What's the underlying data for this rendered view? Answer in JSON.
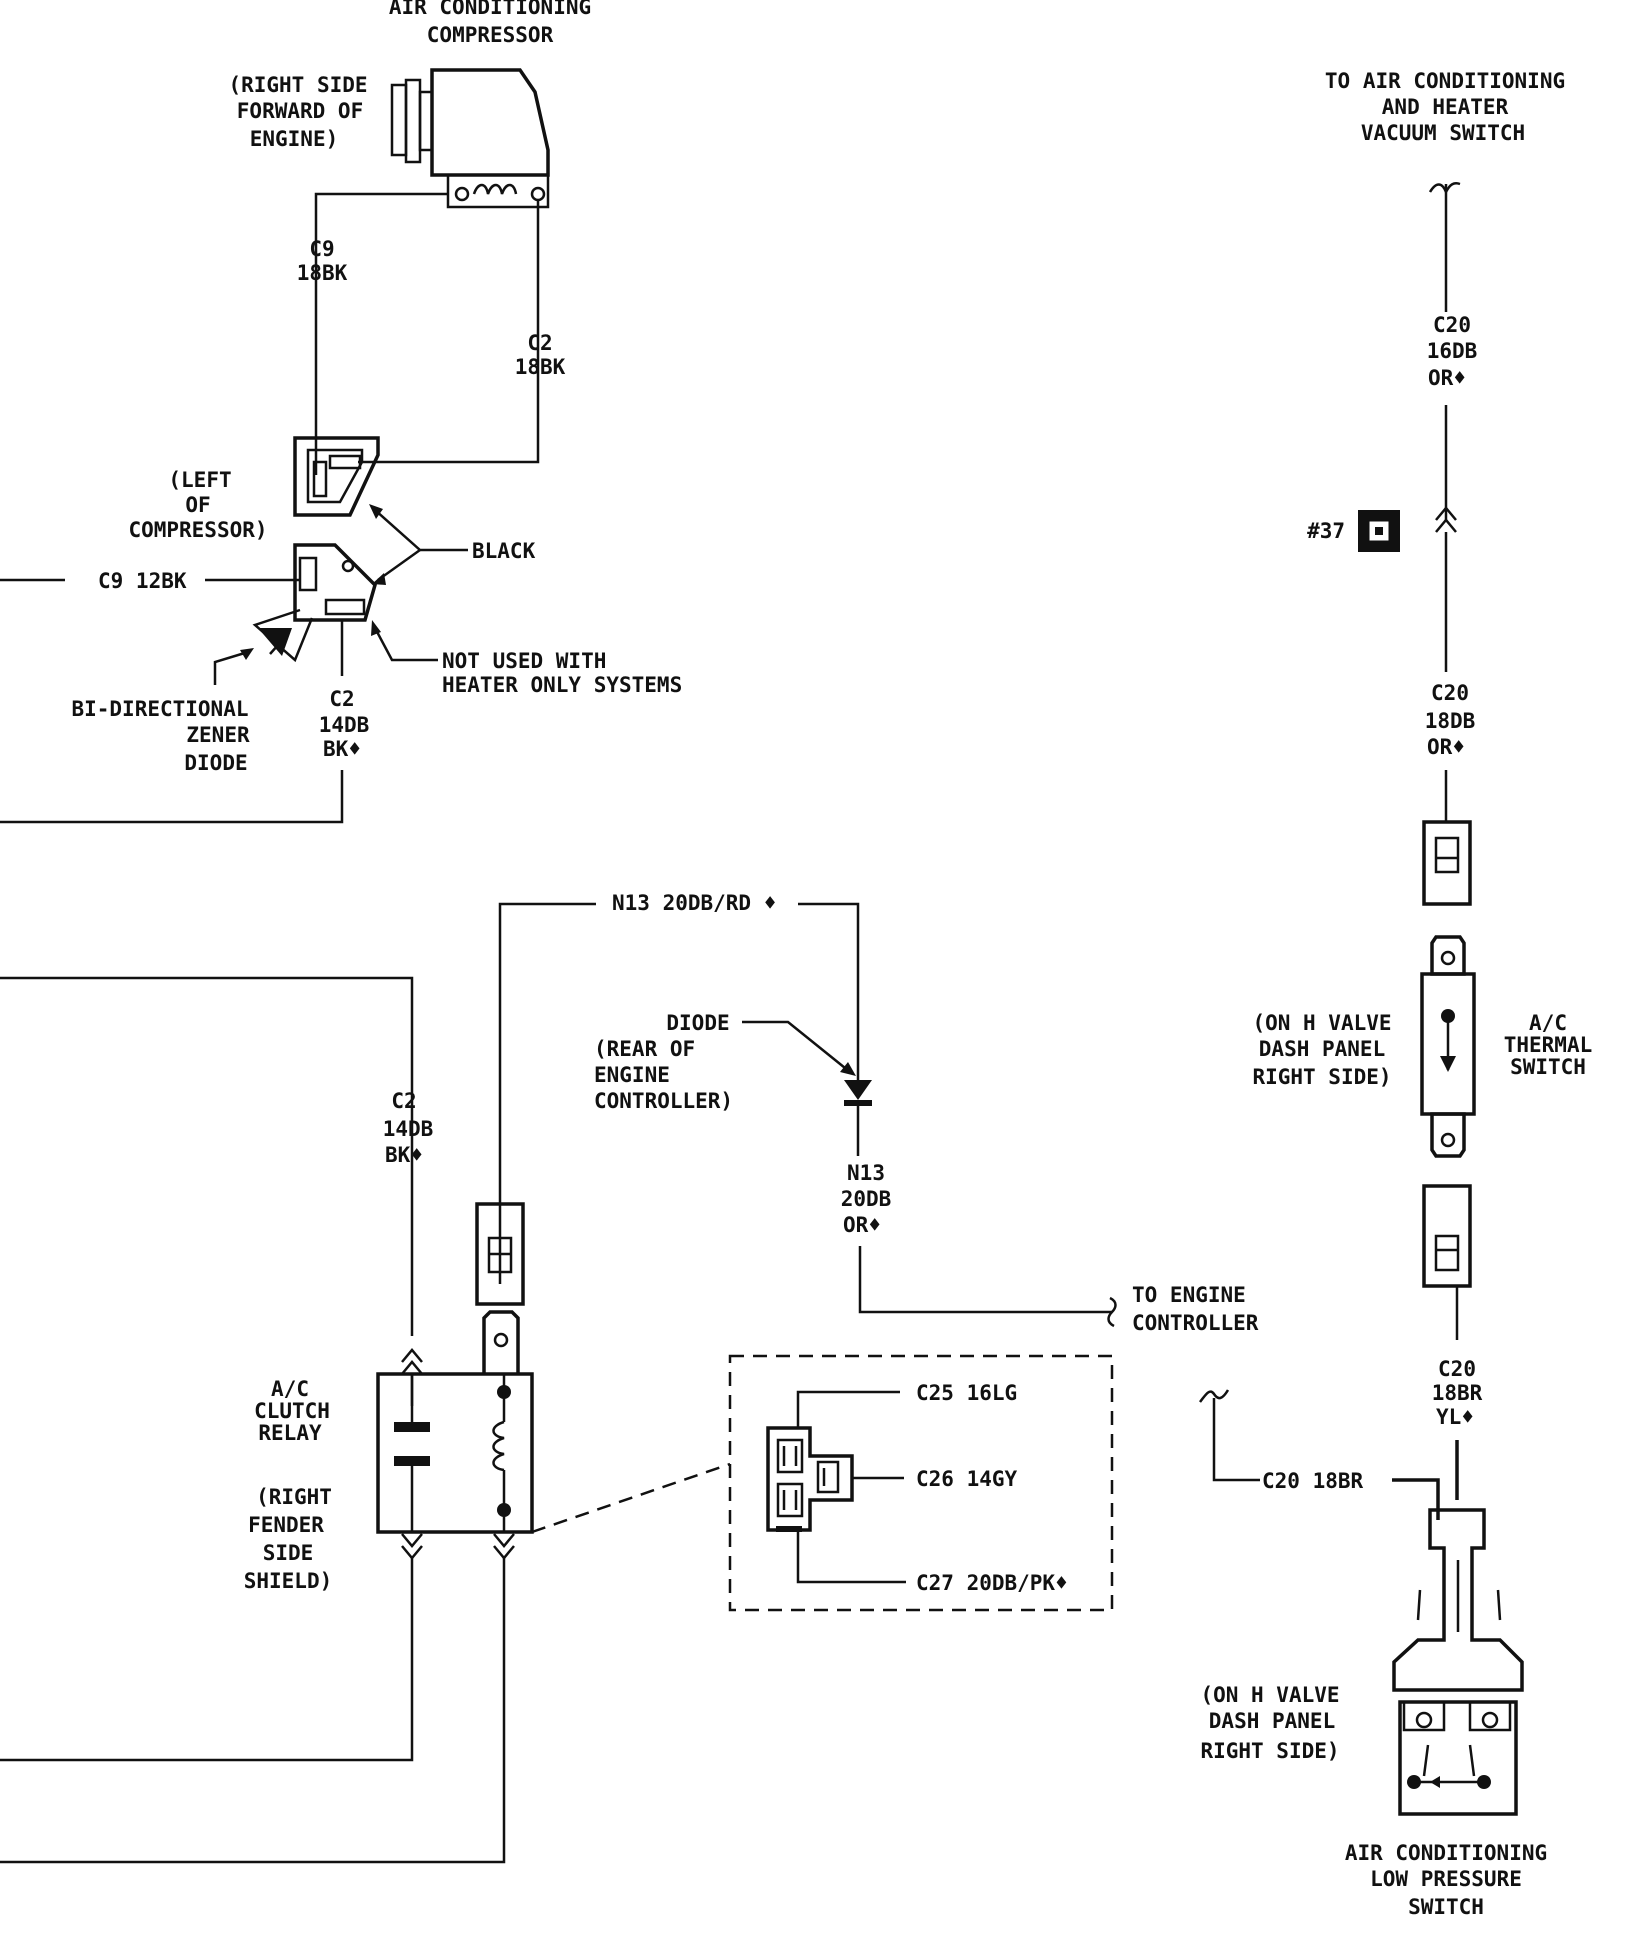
{
  "compressor": {
    "title_1": "AIR CONDITIONING",
    "title_2": "COMPRESSOR",
    "location_1": "(RIGHT SIDE",
    "location_2": "FORWARD OF",
    "location_3": "ENGINE)"
  },
  "compressor_wires": {
    "c9_code": "C9",
    "c9_gauge": "18BK",
    "c2_code": "C2",
    "c2_gauge": "18BK"
  },
  "compressor_connector": {
    "location_1": "(LEFT",
    "location_2": "OF",
    "location_3": "COMPRESSOR)",
    "color_label": "BLACK",
    "c9_wire": "C9  12BK",
    "zener_1": "BI-DIRECTIONAL",
    "zener_2": "ZENER",
    "zener_3": "DIODE",
    "not_used_1": "NOT USED WITH",
    "not_used_2": "HEATER ONLY SYSTEMS",
    "c2_code": "C2",
    "c2_gauge": "14DB",
    "c2_color": "BK♦"
  },
  "vacuum_switch": {
    "line_1": "TO AIR CONDITIONING",
    "line_2": "AND HEATER",
    "line_3": "VACUUM SWITCH"
  },
  "c20_upper": {
    "code": "C20",
    "gauge": "16DB",
    "color": "OR♦"
  },
  "splice": {
    "label": "#37"
  },
  "c20_middle": {
    "code": "C20",
    "gauge": "18DB",
    "color": "OR♦"
  },
  "thermal_switch": {
    "location_1": "(ON H VALVE",
    "location_2": "DASH PANEL",
    "location_3": "RIGHT SIDE)",
    "name_1": "A/C",
    "name_2": "THERMAL",
    "name_3": "SWITCH"
  },
  "n13_top": {
    "label": "N13  20DB/RD ♦"
  },
  "diode": {
    "title": "DIODE",
    "location_1": "(REAR OF",
    "location_2": "ENGINE",
    "location_3": "CONTROLLER)"
  },
  "n13_lower": {
    "code": "N13",
    "gauge": "20DB",
    "color": "OR♦"
  },
  "engine_controller": {
    "line_1": "TO ENGINE",
    "line_2": "CONTROLLER"
  },
  "c2_relay": {
    "code": "C2",
    "gauge": "14DB",
    "color": "BK♦"
  },
  "relay": {
    "name_1": "A/C",
    "name_2": "CLUTCH",
    "name_3": "RELAY",
    "location_1": "(RIGHT",
    "location_2": "FENDER",
    "location_3": "SIDE",
    "location_4": "SHIELD)"
  },
  "relay_connector": {
    "c25": "C25  16LG",
    "c26": "C26  14GY",
    "c27": "C27  20DB/PK♦"
  },
  "c20_lower": {
    "code": "C20",
    "gauge": "18BR",
    "color": "YL♦"
  },
  "c20_side": {
    "label": "C20  18BR"
  },
  "low_pressure_switch": {
    "location_1": "(ON H VALVE",
    "location_2": "DASH PANEL",
    "location_3": "RIGHT SIDE)",
    "name_1": "AIR CONDITIONING",
    "name_2": "LOW PRESSURE",
    "name_3": "SWITCH"
  }
}
